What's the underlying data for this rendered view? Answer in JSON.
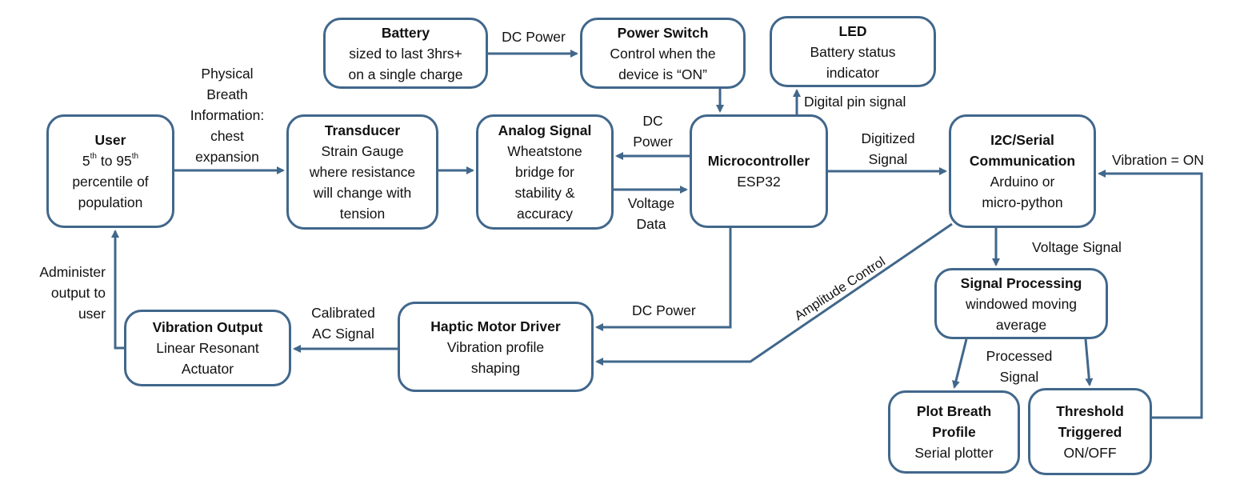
{
  "diagram": {
    "colors": {
      "stroke": "#41678b",
      "text": "#111111",
      "background": "#ffffff"
    },
    "nodes": {
      "user": {
        "title": "User",
        "lines": [
          "5",
          "th",
          " to 95",
          "th",
          "percentile of",
          "population"
        ]
      },
      "transducer": {
        "title": "Transducer",
        "lines": [
          "Strain Gauge",
          "where resistance",
          "will change with",
          "tension"
        ]
      },
      "analog": {
        "title": "Analog Signal",
        "lines": [
          "Wheatstone",
          "bridge for",
          "stability &",
          "accuracy"
        ]
      },
      "micro": {
        "title": "Microcontroller",
        "lines": [
          "ESP32"
        ]
      },
      "battery": {
        "title": "Battery",
        "lines": [
          "sized to last 3hrs+",
          "on a single charge"
        ]
      },
      "power_switch": {
        "title": "Power Switch",
        "lines": [
          "Control when the",
          "device is “ON”"
        ]
      },
      "led": {
        "title": "LED",
        "lines": [
          "Battery status",
          "indicator"
        ]
      },
      "i2c": {
        "title": "I2C/Serial",
        "title2": "Communication",
        "lines": [
          "Arduino or",
          "micro-python"
        ]
      },
      "signal_processing": {
        "title": "Signal Processing",
        "lines": [
          "windowed moving",
          "average"
        ]
      },
      "plot": {
        "title": "Plot Breath",
        "title2": "Profile",
        "lines": [
          "Serial plotter"
        ]
      },
      "threshold": {
        "title": "Threshold",
        "title2": "Triggered",
        "lines": [
          "ON/OFF"
        ]
      },
      "haptic": {
        "title": "Haptic Motor Driver",
        "lines": [
          "Vibration profile",
          "shaping"
        ]
      },
      "vibration": {
        "title": "Vibration Output",
        "lines": [
          "Linear Resonant",
          "Actuator"
        ]
      }
    },
    "edges": {
      "breath": [
        "Physical",
        "Breath",
        "Information:",
        "chest",
        "expansion"
      ],
      "dc_power_battery": "DC Power",
      "dc_power_analog": [
        "DC",
        "Power"
      ],
      "voltage_data": [
        "Voltage",
        "Data"
      ],
      "digital_pin": "Digital pin signal",
      "digitized": [
        "Digitized",
        "Signal"
      ],
      "vibration_on": "Vibration = ON",
      "voltage_signal": "Voltage Signal",
      "processed": [
        "Processed",
        "Signal"
      ],
      "amplitude": "Amplitude Control",
      "dc_power_haptic": "DC Power",
      "calibrated": [
        "Calibrated",
        "AC Signal"
      ],
      "administer": [
        "Administer",
        "output to",
        "user"
      ]
    }
  }
}
